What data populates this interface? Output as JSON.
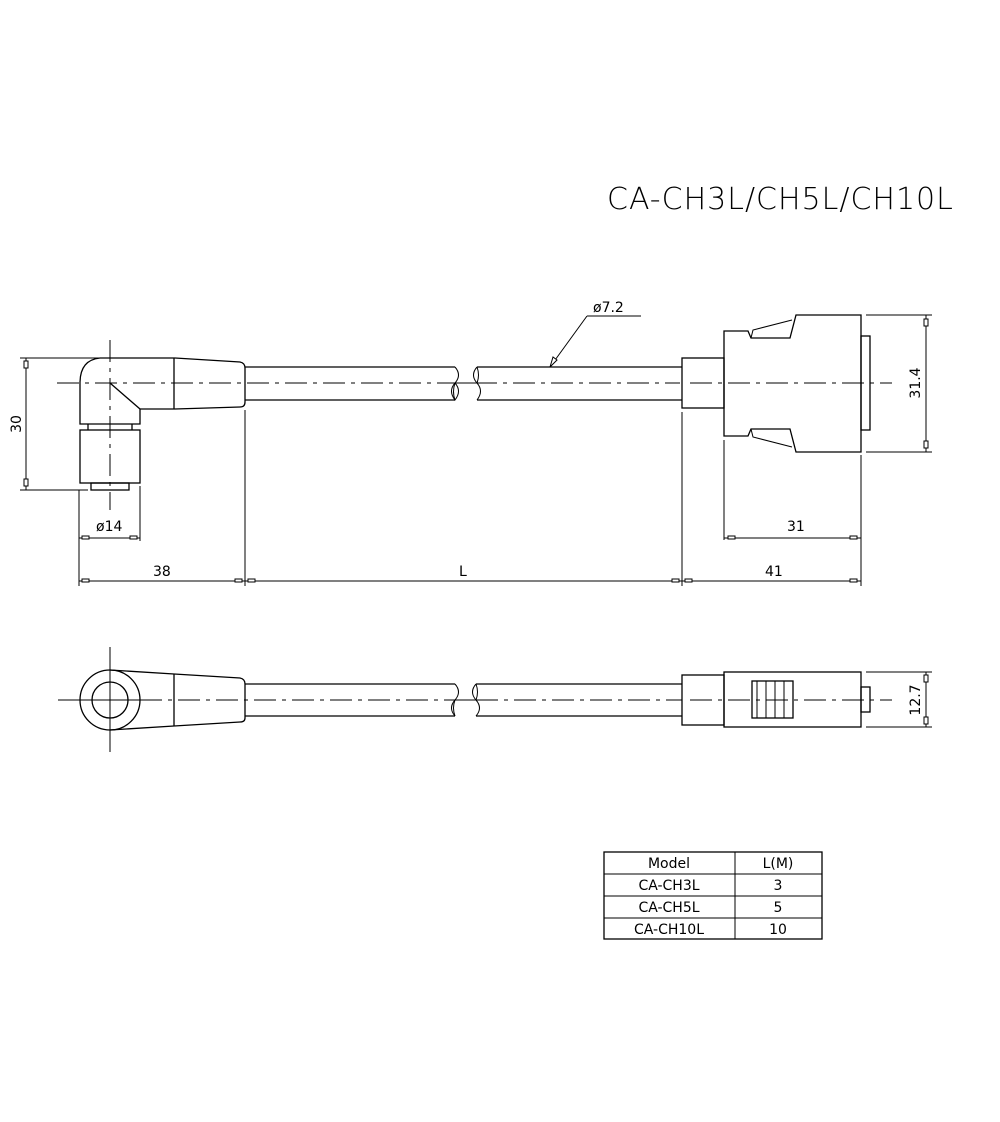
{
  "title": "CA-CH3L/CH5L/CH10L",
  "colors": {
    "line": "#000000",
    "background": "#ffffff"
  },
  "dimensions": {
    "cable_diameter": "ø7.2",
    "connector_height": "31.4",
    "connector_body_length": "31",
    "left_connector_length": "38",
    "cable_length": "L",
    "right_connector_length": "41",
    "left_connector_height": "30",
    "left_connector_diameter": "ø14",
    "connector_thickness": "12.7"
  },
  "table": {
    "headers": [
      "Model",
      "L(M)"
    ],
    "rows": [
      {
        "model": "CA-CH3L",
        "length": "3"
      },
      {
        "model": "CA-CH5L",
        "length": "5"
      },
      {
        "model": "CA-CH10L",
        "length": "10"
      }
    ]
  }
}
